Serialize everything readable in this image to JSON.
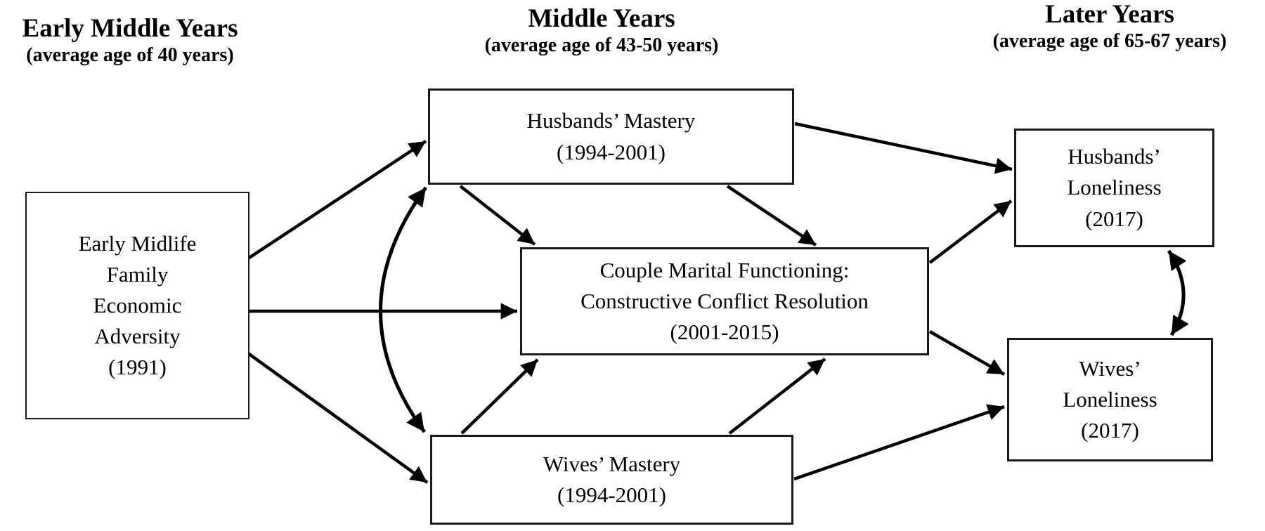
{
  "headers": {
    "early": {
      "title": "Early Middle Years",
      "subtitle": "(average age of 40 years)"
    },
    "middle": {
      "title": "Middle Years",
      "subtitle": "(average age of 43-50 years)"
    },
    "later": {
      "title": "Later Years",
      "subtitle": "(average age of 65-67 years)"
    }
  },
  "nodes": {
    "adversity": {
      "lines": [
        "Early Midlife",
        "Family",
        "Economic",
        "Adversity",
        "(1991)"
      ]
    },
    "husbands_mastery": {
      "lines": [
        "Husbands’ Mastery",
        "(1994-2001)"
      ]
    },
    "marital_functioning": {
      "lines": [
        "Couple Marital Functioning:",
        "Constructive Conflict Resolution",
        "(2001-2015)"
      ]
    },
    "wives_mastery": {
      "lines": [
        "Wives’ Mastery",
        "(1994-2001)"
      ]
    },
    "husbands_loneliness": {
      "lines": [
        "Husbands’",
        "Loneliness",
        "(2017)"
      ]
    },
    "wives_loneliness": {
      "lines": [
        "Wives’",
        "Loneliness",
        "(2017)"
      ]
    }
  },
  "edges": [
    {
      "from": "adversity",
      "to": "husbands_mastery",
      "type": "directed"
    },
    {
      "from": "adversity",
      "to": "marital_functioning",
      "type": "directed"
    },
    {
      "from": "adversity",
      "to": "wives_mastery",
      "type": "directed"
    },
    {
      "from": "husbands_mastery",
      "to": "marital_functioning",
      "type": "directed"
    },
    {
      "from": "husbands_mastery",
      "to": "marital_functioning",
      "type": "directed"
    },
    {
      "from": "wives_mastery",
      "to": "marital_functioning",
      "type": "directed"
    },
    {
      "from": "wives_mastery",
      "to": "marital_functioning",
      "type": "directed"
    },
    {
      "from": "husbands_mastery",
      "to": "husbands_loneliness",
      "type": "directed"
    },
    {
      "from": "marital_functioning",
      "to": "husbands_loneliness",
      "type": "directed"
    },
    {
      "from": "marital_functioning",
      "to": "wives_loneliness",
      "type": "directed"
    },
    {
      "from": "wives_mastery",
      "to": "wives_loneliness",
      "type": "directed"
    },
    {
      "from": "husbands_mastery",
      "to": "wives_mastery",
      "type": "bidirectional"
    },
    {
      "from": "husbands_loneliness",
      "to": "wives_loneliness",
      "type": "bidirectional"
    }
  ],
  "colors": {
    "line": "#000000",
    "text": "#000000",
    "background": "#ffffff"
  }
}
